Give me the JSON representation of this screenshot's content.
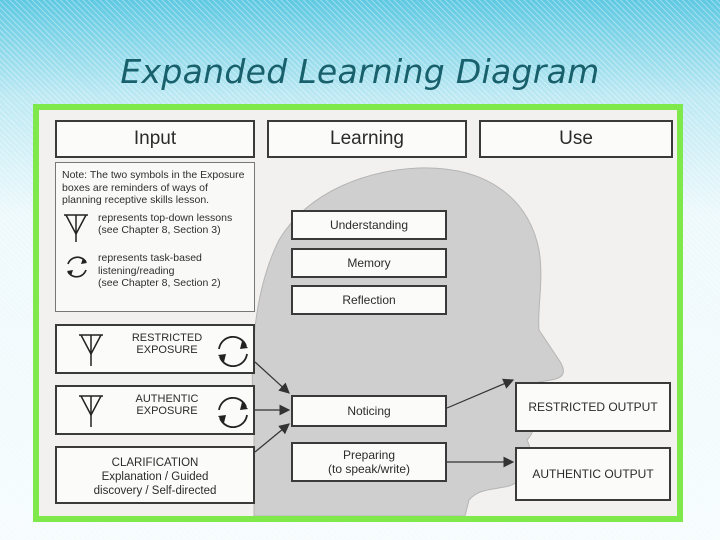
{
  "title": "Expanded Learning Diagram",
  "headers": {
    "input": "Input",
    "learning": "Learning",
    "use": "Use"
  },
  "note": {
    "text": "Note: The two symbols in the Exposure boxes are reminders of ways of planning receptive skills lesson.",
    "legend": [
      {
        "icon": "top-down-funnel-icon",
        "line1": "represents top-down lessons",
        "line2": "(see Chapter 8, Section 3)"
      },
      {
        "icon": "task-based-cycle-icon",
        "line1": "represents task-based",
        "line2": "listening/reading",
        "line3": "(see Chapter 8, Section 2)"
      }
    ]
  },
  "input_boxes": {
    "restricted": {
      "line1": "RESTRICTED",
      "line2": "EXPOSURE"
    },
    "authentic": {
      "line1": "AUTHENTIC",
      "line2": "EXPOSURE"
    },
    "clarification": {
      "line1": "CLARIFICATION",
      "line2": "Explanation / Guided",
      "line3": "discovery / Self-directed"
    }
  },
  "learning_boxes": {
    "understanding": "Understanding",
    "memory": "Memory",
    "reflection": "Reflection",
    "noticing": "Noticing",
    "preparing_line1": "Preparing",
    "preparing_line2": "(to speak/write)"
  },
  "use_boxes": {
    "restricted_output": "RESTRICTED OUTPUT",
    "authentic_output": "AUTHENTIC OUTPUT"
  },
  "colors": {
    "frame": "#7fe84a",
    "title": "#17606c",
    "head": "#cfcfcf",
    "border": "#3a3a3a"
  }
}
